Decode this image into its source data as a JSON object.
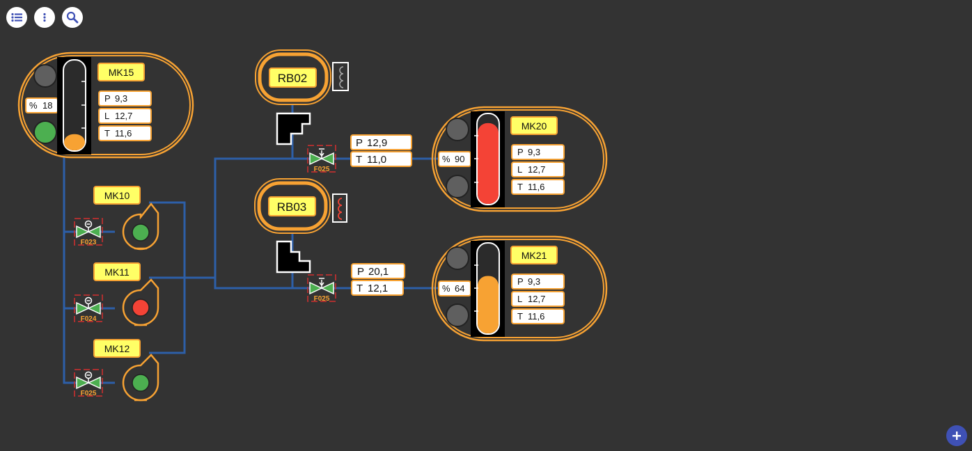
{
  "toolbar": {
    "list_icon": "list-icon",
    "more_icon": "more-vert-icon",
    "search_icon": "search-icon"
  },
  "colors": {
    "background": "#333333",
    "vessel_border": "#f7a233",
    "pipe": "#2d5fa8",
    "tag_fill": "#ffff66",
    "level_orange": "#f7a233",
    "level_red": "#f44336",
    "indicator_green": "#4caf50",
    "indicator_red": "#f44336",
    "indicator_grey": "#5f5f5f",
    "fab": "#3f51b5"
  },
  "tanks": {
    "mk15": {
      "name": "MK15",
      "percent_label": "%",
      "percent": "18",
      "level": 0.18,
      "p_label": "P",
      "p": "9,3",
      "l_label": "L",
      "l": "12,7",
      "t_label": "T",
      "t": "11,6",
      "top_light": "grey",
      "bottom_light": "green",
      "fill_color": "orange"
    },
    "mk20": {
      "name": "MK20",
      "percent_label": "%",
      "percent": "90",
      "level": 0.9,
      "p_label": "P",
      "p": "9,3",
      "l_label": "L",
      "l": "12,7",
      "t_label": "T",
      "t": "11,6",
      "top_light": "grey",
      "bottom_light": "grey",
      "fill_color": "red"
    },
    "mk21": {
      "name": "MK21",
      "percent_label": "%",
      "percent": "64",
      "level": 0.64,
      "p_label": "P",
      "p": "9,3",
      "l_label": "L",
      "l": "12,7",
      "t_label": "T",
      "t": "11,6",
      "top_light": "grey",
      "bottom_light": "grey",
      "fill_color": "orange"
    }
  },
  "reactors": {
    "rb02": {
      "name": "RB02"
    },
    "rb03": {
      "name": "RB03"
    }
  },
  "pumps": {
    "mk10": {
      "name": "MK10",
      "status": "green"
    },
    "mk11": {
      "name": "MK11",
      "status": "red"
    },
    "mk12": {
      "name": "MK12",
      "status": "green"
    }
  },
  "valves": {
    "v1": {
      "label": "F023"
    },
    "v2": {
      "label": "F024"
    },
    "v3": {
      "label": "F025"
    },
    "v4": {
      "label": "F025"
    },
    "v5": {
      "label": "F025"
    }
  },
  "readouts": {
    "line1": {
      "p_label": "P",
      "p": "12,9",
      "t_label": "T",
      "t": "11,0"
    },
    "line2": {
      "p_label": "P",
      "p": "20,1",
      "t_label": "T",
      "t": "12,1"
    }
  },
  "fab_icon": "plus-icon"
}
